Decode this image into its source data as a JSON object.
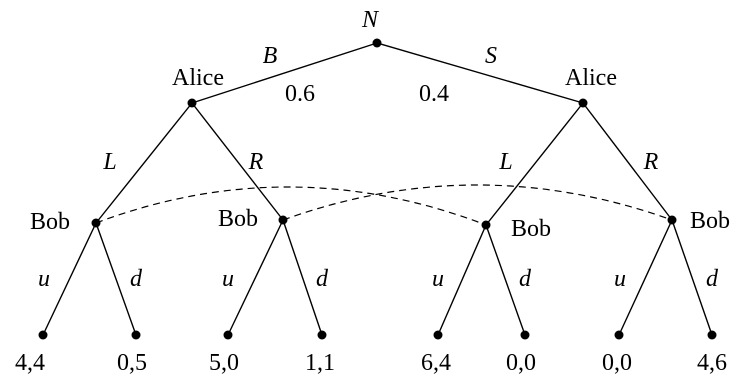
{
  "root": {
    "label": "N"
  },
  "chance_moves": [
    {
      "action": "B",
      "prob": "0.6"
    },
    {
      "action": "S",
      "prob": "0.4"
    }
  ],
  "alice_nodes": [
    {
      "label": "Alice",
      "moves": [
        "L",
        "R"
      ]
    },
    {
      "label": "Alice",
      "moves": [
        "L",
        "R"
      ]
    }
  ],
  "bob_nodes": [
    {
      "label": "Bob",
      "moves": [
        "u",
        "d"
      ]
    },
    {
      "label": "Bob",
      "moves": [
        "u",
        "d"
      ]
    },
    {
      "label": "Bob",
      "moves": [
        "u",
        "d"
      ]
    },
    {
      "label": "Bob",
      "moves": [
        "u",
        "d"
      ]
    }
  ],
  "payoffs": [
    "4,4",
    "0,5",
    "5,0",
    "1,1",
    "6,4",
    "0,0",
    "0,0",
    "4,6"
  ],
  "information_sets": [
    {
      "from_bob": 0,
      "to_bob": 2
    },
    {
      "from_bob": 1,
      "to_bob": 3
    }
  ]
}
